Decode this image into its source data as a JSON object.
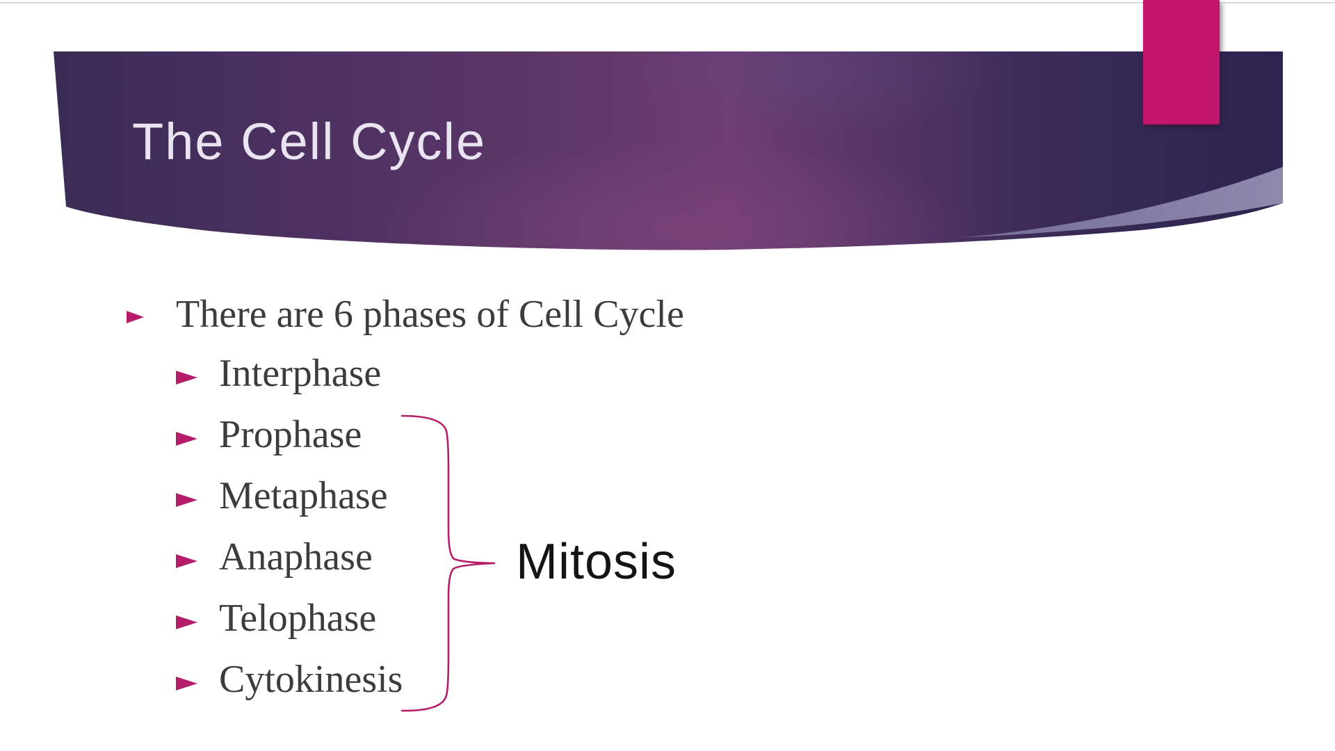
{
  "slide": {
    "title": "The Cell Cycle",
    "main_bullet": "There are 6 phases of Cell Cycle",
    "phases": [
      "Interphase",
      "Prophase",
      "Metaphase",
      "Anaphase",
      "Telophase",
      "Cytokinesis"
    ],
    "brace_label": "Mitosis"
  },
  "colors": {
    "accent_pink": "#c01568",
    "accent_magenta": "#b51d6b",
    "title_text": "#eae4f2",
    "body_text": "#3c3c3c",
    "label_text": "#141414",
    "band_left": "#3a2c55",
    "band_mid": "#5c3768",
    "band_peak": "#6f3d72",
    "band_dim": "#3b2c57",
    "band_right": "#2d2450",
    "swoosh_left": "#746d94",
    "swoosh_right": "#9089ae",
    "top_line": "#d8d8d8"
  }
}
